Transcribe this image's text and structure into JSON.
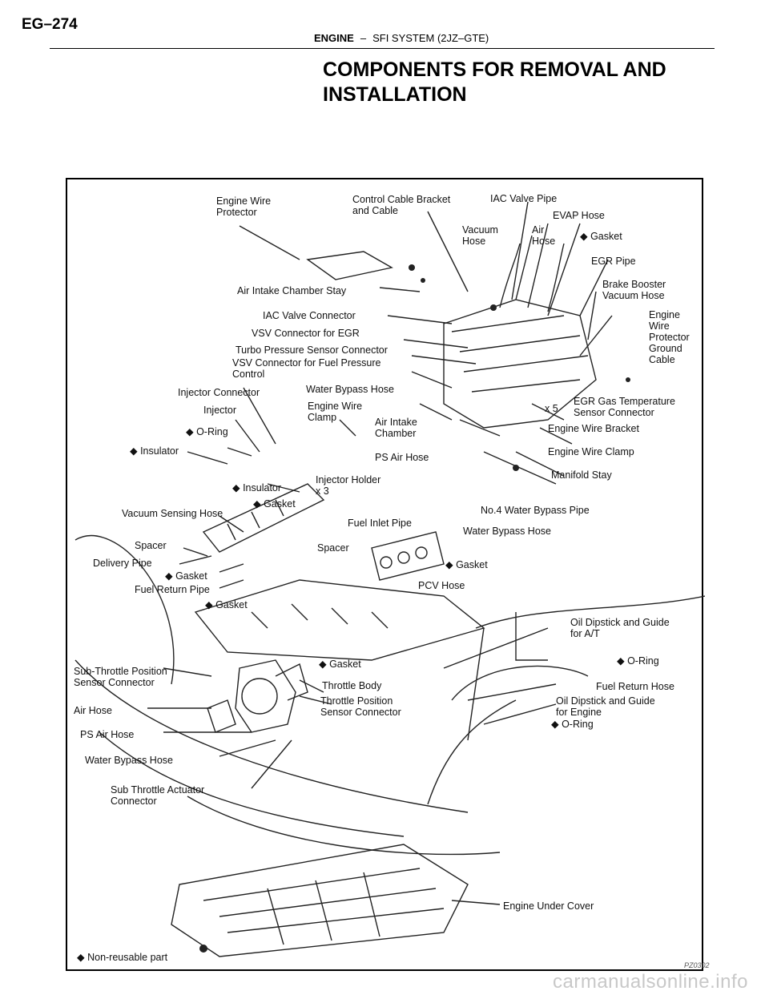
{
  "header": {
    "page_id": "EG–274",
    "chapter": "ENGINE",
    "separator": "–",
    "section": "SFI SYSTEM (2JZ–GTE)"
  },
  "title": "COMPONENTS FOR REMOVAL AND\nINSTALLATION",
  "figure": {
    "code": "PZ0302",
    "labels": {
      "engine_wire_protector_top": "Engine Wire\nProtector",
      "control_cable_bracket": "Control Cable Bracket\nand Cable",
      "iac_valve_pipe": "IAC Valve Pipe",
      "evap_hose": "EVAP Hose",
      "vacuum_hose": "Vacuum\nHose",
      "air_hose_top": "Air\nHose",
      "gasket_top": "◆ Gasket",
      "egr_pipe": "EGR Pipe",
      "brake_booster_vacuum_hose": "Brake Booster\nVacuum Hose",
      "air_intake_chamber_stay": "Air Intake Chamber Stay",
      "iac_valve_connector": "IAC Valve Connector",
      "engine_wire_protector_ground_cable": "Engine\nWire\nProtector\nGround\nCable",
      "vsv_connector_egr": "VSV Connector for EGR",
      "turbo_pressure_sensor_connector": "Turbo Pressure Sensor Connector",
      "vsv_connector_fuel_pressure": "VSV Connector for Fuel Pressure\nControl",
      "injector_connector": "Injector Connector",
      "water_bypass_hose_top": "Water Bypass Hose",
      "engine_wire_clamp_left": "Engine Wire\nClamp",
      "injector": "Injector",
      "air_intake_chamber": "Air Intake\nChamber",
      "x5": "x 5",
      "egr_gas_temperature_sensor_connector": "EGR Gas Temperature\nSensor Connector",
      "engine_wire_bracket": "Engine Wire Bracket",
      "o_ring_left": "◆ O-Ring",
      "insulator_left": "◆ Insulator",
      "ps_air_hose_top": "PS Air Hose",
      "engine_wire_clamp_right": "Engine Wire Clamp",
      "manifold_stay": "Manifold Stay",
      "insulator_mid": "◆ Insulator",
      "injector_holder": "Injector Holder\nx 3",
      "gasket_mid": "◆ Gasket",
      "vacuum_sensing_hose": "Vacuum Sensing Hose",
      "fuel_inlet_pipe": "Fuel Inlet Pipe",
      "no4_water_bypass_pipe": "No.4 Water Bypass Pipe",
      "water_bypass_hose_mid": "Water Bypass Hose",
      "spacer_left": "Spacer",
      "spacer_right": "Spacer",
      "delivery_pipe": "Delivery Pipe",
      "gasket_manifold": "◆ Gasket",
      "gasket_delivery": "◆ Gasket",
      "pcv_hose": "PCV Hose",
      "fuel_return_pipe": "Fuel Return Pipe",
      "gasket_fuel_return": "◆ Gasket",
      "oil_dipstick_at": "Oil Dipstick and Guide\nfor A/T",
      "o_ring_right": "◆ O-Ring",
      "sub_throttle_position_sensor_connector": "Sub-Throttle Position\nSensor Connector",
      "gasket_throttle": "◆ Gasket",
      "throttle_body": "Throttle Body",
      "fuel_return_hose": "Fuel Return Hose",
      "throttle_position_sensor_connector": "Throttle Position\nSensor Connector",
      "oil_dipstick_engine": "Oil Dipstick and Guide\nfor Engine",
      "air_hose_bottom": "Air Hose",
      "o_ring_engine": "◆ O-Ring",
      "ps_air_hose_bottom": "PS Air Hose",
      "water_bypass_hose_bottom": "Water Bypass Hose",
      "sub_throttle_actuator_connector": "Sub Throttle Actuator\nConnector",
      "engine_under_cover": "Engine Under Cover",
      "legend": "◆ Non-reusable part"
    }
  },
  "watermark": "carmanualsonline.info"
}
